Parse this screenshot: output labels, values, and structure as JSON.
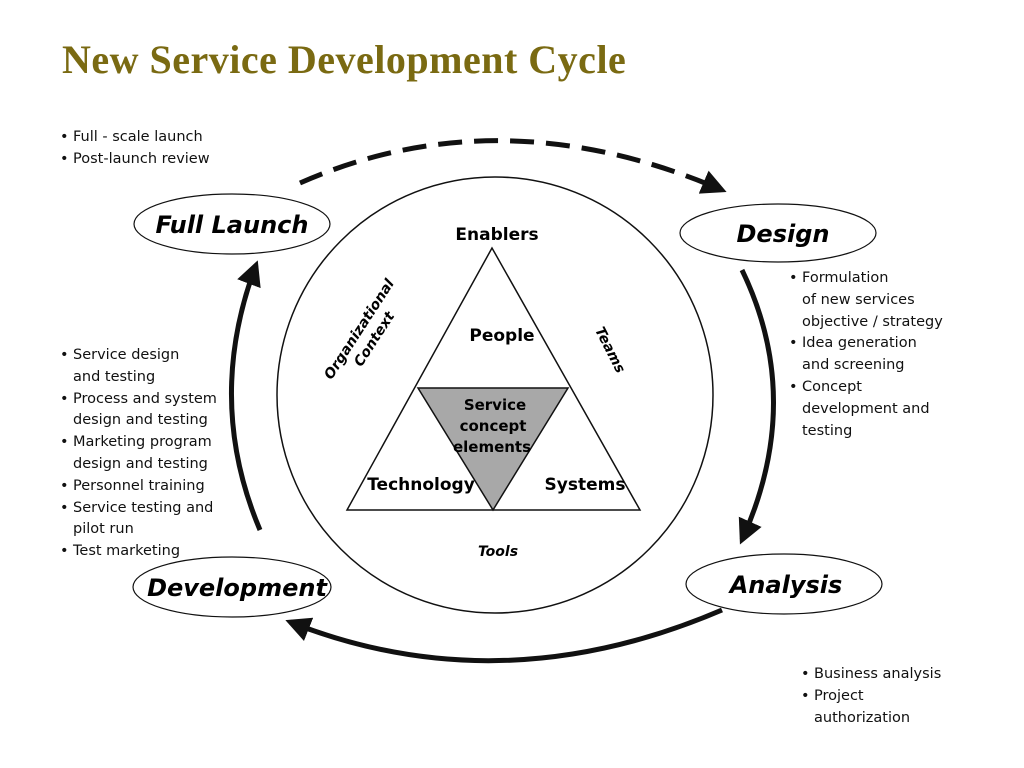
{
  "title": "New Service Development Cycle",
  "stages": {
    "full_launch": {
      "label": "Full Launch",
      "bullets": [
        "Full - scale  launch",
        "Post-launch  review"
      ]
    },
    "design": {
      "label": "Design",
      "bullets": [
        "Formulation\nof new services\nobjective / strategy",
        "Idea generation\nand screening",
        "Concept\ndevelopment and\ntesting"
      ]
    },
    "analysis": {
      "label": "Analysis",
      "bullets": [
        "Business analysis",
        "Project\nauthorization"
      ]
    },
    "development": {
      "label": "Development",
      "bullets": [
        "Service design\nand testing",
        "Process and system\ndesign and testing",
        "Marketing program\ndesign and testing",
        "Personnel training",
        "Service testing and\npilot run",
        "Test marketing"
      ]
    }
  },
  "core": {
    "enablers": "Enablers",
    "people": "People",
    "technology": "Technology",
    "systems": "Systems",
    "center": [
      "Service",
      "concept",
      "elements"
    ],
    "org_context": [
      "Organizational",
      "Context"
    ],
    "teams": "Teams",
    "tools": "Tools"
  },
  "colors": {
    "title": "#7a6a12",
    "center_fill": "#a8a8a8",
    "stroke": "#111111"
  }
}
